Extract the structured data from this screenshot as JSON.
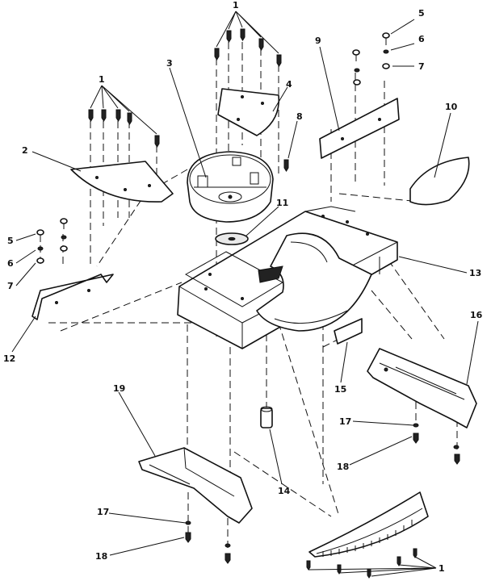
{
  "callouts": {
    "c1_top": "1",
    "c1_left": "1",
    "c1_bottom": "1",
    "c2": "2",
    "c3": "3",
    "c4": "4",
    "c5_top": "5",
    "c5_left": "5",
    "c6_top": "6",
    "c6_left": "6",
    "c7_top": "7",
    "c7_left": "7",
    "c8": "8",
    "c9": "9",
    "c10": "10",
    "c11": "11",
    "c12": "12",
    "c13": "13",
    "c14": "14",
    "c15": "15",
    "c16": "16",
    "c17_right": "17",
    "c17_left": "17",
    "c18_right": "18",
    "c18_left": "18",
    "c19": "19"
  },
  "colors": {
    "ink": "#111111",
    "paper": "#ffffff"
  }
}
